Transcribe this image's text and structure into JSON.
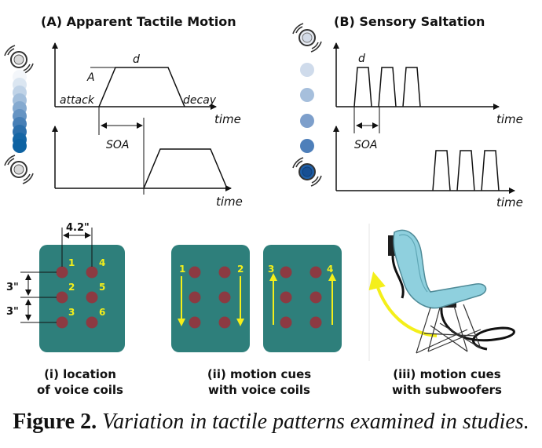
{
  "panel_a": {
    "title": "(A) Apparent Tactile Motion",
    "label_A": "A",
    "label_d": "d",
    "label_attack": "attack",
    "label_decay": "decay",
    "label_soa": "SOA",
    "axis_time_1": "time",
    "axis_time_2": "time"
  },
  "panel_b": {
    "title": "(B) Sensory Saltation",
    "label_d": "d",
    "label_soa": "SOA",
    "axis_time_1": "time",
    "axis_time_2": "time"
  },
  "bottom": {
    "dim_width": "4.2\"",
    "dim_vert_1": "3\"",
    "dim_vert_2": "3\"",
    "coil_numbers": [
      "1",
      "2",
      "3",
      "4",
      "5",
      "6"
    ],
    "cue_numbers": [
      "1",
      "2",
      "3",
      "4"
    ],
    "caption_i_line1": "(i) location",
    "caption_i_line2": "of voice coils",
    "caption_ii_line1": "(ii) motion cues",
    "caption_ii_line2": "with voice coils",
    "caption_iii_line1": "(iii) motion cues",
    "caption_iii_line2": "with subwoofers"
  },
  "caption": {
    "label": "Figure 2.",
    "text": "Variation in tactile patterns examined in studies."
  },
  "colors": {
    "pad": "#2e7f7b",
    "coil": "#8c3a42",
    "arrow": "#f4ef1a",
    "chair": "#8fd0de",
    "gradient_top": "#ffffff",
    "gradient_bottom": "#0d66a8"
  }
}
